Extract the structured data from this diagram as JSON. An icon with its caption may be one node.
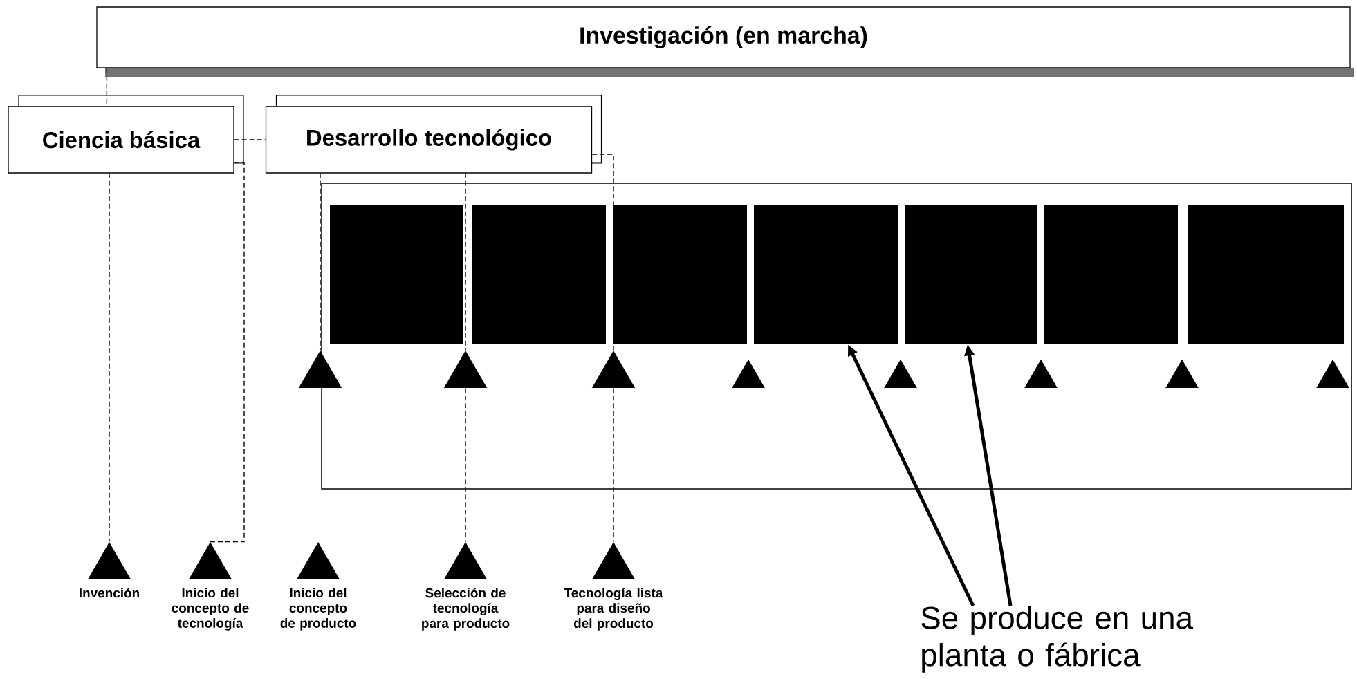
{
  "diagram": {
    "nodes": [
      {
        "text": [
          "Investigación (en marcha)"
        ]
      },
      {
        "text": [
          "Ciencia básica"
        ]
      },
      {
        "text": [
          "Desarrollo tecnológico"
        ]
      },
      {
        "text": [],
        "shape": "box"
      },
      {
        "text": [],
        "shape": "box",
        "in": 3
      },
      {
        "text": [],
        "shape": "box",
        "in": 3
      },
      {
        "text": [],
        "shape": "box",
        "in": 3
      },
      {
        "text": [],
        "shape": "box",
        "in": 3
      },
      {
        "text": [],
        "shape": "box",
        "in": 3
      },
      {
        "text": [],
        "shape": "box",
        "in": 3
      },
      {
        "text": [],
        "shape": "box",
        "in": 3
      },
      {
        "text": [],
        "shape": "triangle"
      },
      {
        "text": [],
        "shape": "triangle",
        "in": 3
      },
      {
        "text": [],
        "shape": "triangle",
        "in": 3
      },
      {
        "text": [],
        "shape": "triangle",
        "in": 3
      },
      {
        "text": [],
        "shape": "triangle",
        "in": 3
      },
      {
        "text": [],
        "shape": "triangle",
        "in": 3
      },
      {
        "text": [],
        "shape": "triangle",
        "in": 3
      },
      {
        "text": [],
        "shape": "triangle",
        "in": 3
      },
      {
        "text": [],
        "shape": "triangle",
        "beside": [
          "Invención"
        ]
      },
      {
        "text": [],
        "shape": "triangle",
        "beside": [
          "Inicio del concepto de tecnología"
        ]
      },
      {
        "text": [],
        "shape": "triangle",
        "beside": [
          "Inicio del concepto de producto"
        ]
      },
      {
        "text": [],
        "shape": "triangle",
        "beside": [
          "Selección de tecnología para producto"
        ]
      },
      {
        "text": [],
        "shape": "triangle",
        "beside": [
          "Tecnología lista para diseño del producto"
        ]
      },
      {
        "text": [
          "Se produce en una planta o fábrica"
        ]
      }
    ],
    "edges": [
      {
        "from": 0,
        "to": 1,
        "arrow": "none",
        "style": "dashed"
      },
      {
        "from": 1,
        "to": 2,
        "arrow": "none",
        "style": "dashed"
      },
      {
        "from": 1,
        "to": 19,
        "arrow": "none",
        "style": "dashed"
      },
      {
        "from": 1,
        "to": 20,
        "arrow": "none",
        "style": "dashed"
      },
      {
        "from": 2,
        "to": 11,
        "arrow": "none",
        "style": "dashed"
      },
      {
        "from": 2,
        "to": 12,
        "arrow": "none",
        "style": "dashed"
      },
      {
        "from": 12,
        "to": 22,
        "arrow": "none",
        "style": "dashed"
      },
      {
        "from": 2,
        "to": 13,
        "arrow": "none",
        "style": "dashed"
      },
      {
        "from": 13,
        "to": 23,
        "arrow": "none",
        "style": "dashed"
      },
      {
        "from": 24,
        "to": 7,
        "arrow": "to",
        "style": "thick"
      },
      {
        "from": 24,
        "to": 8,
        "arrow": "to",
        "style": "thick"
      }
    ]
  }
}
